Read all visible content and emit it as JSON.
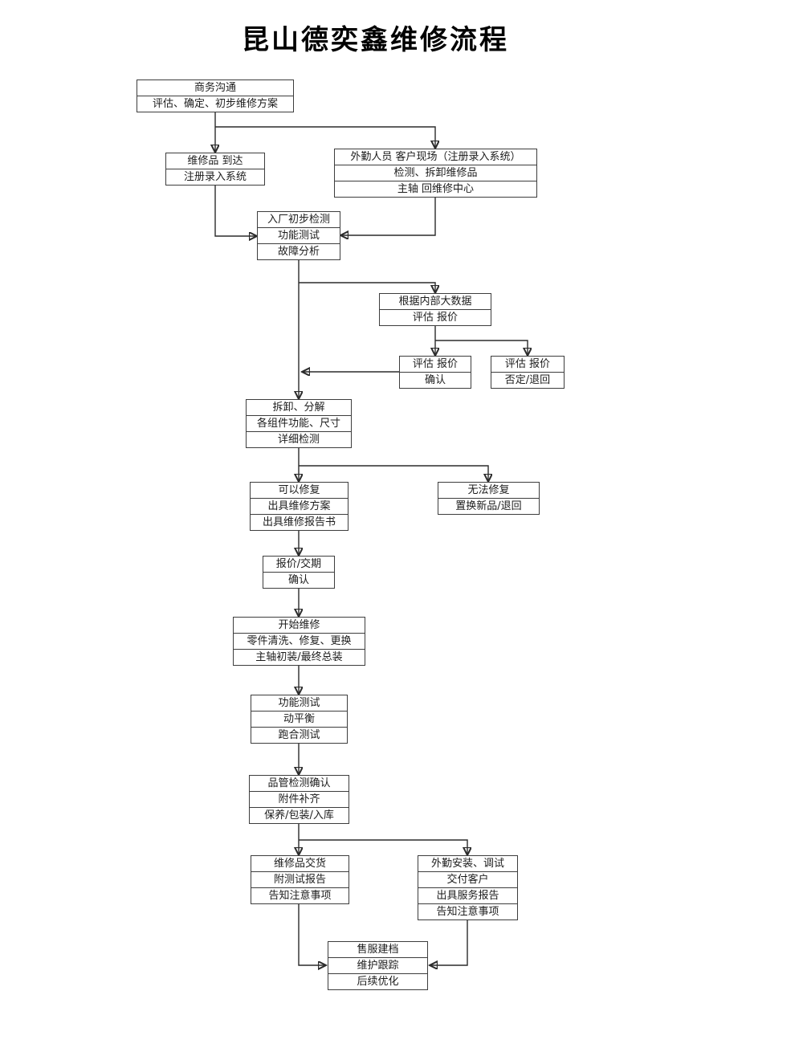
{
  "title": "昆山德奕鑫维修流程",
  "nodes": {
    "business_comm": {
      "rows": [
        "商务沟通",
        "评估、确定、初步维修方案"
      ]
    },
    "item_arrival": {
      "rows": [
        "维修品 到达",
        "注册录入系统"
      ]
    },
    "field_service": {
      "rows": [
        "外勤人员 客户现场（注册录入系统）",
        "检测、拆卸维修品",
        "主轴 回维修中心"
      ]
    },
    "initial_inspection": {
      "rows": [
        "入厂初步检测",
        "功能测试",
        "故障分析"
      ]
    },
    "big_data_quote": {
      "rows": [
        "根据内部大数据",
        "评估  报价"
      ]
    },
    "quote_confirm": {
      "rows": [
        "评估 报价",
        "确认"
      ]
    },
    "quote_reject": {
      "rows": [
        "评估 报价",
        "否定/退回"
      ]
    },
    "disassembly": {
      "rows": [
        "拆卸、分解",
        "各组件功能、尺寸",
        "详细检测"
      ]
    },
    "repairable": {
      "rows": [
        "可以修复",
        "出具维修方案",
        "出具维修报告书"
      ]
    },
    "unrepairable": {
      "rows": [
        "无法修复",
        "置换新品/退回"
      ]
    },
    "quote_delivery": {
      "rows": [
        "报价/交期",
        "确认"
      ]
    },
    "start_repair": {
      "rows": [
        "开始维修",
        "零件清洗、修复、更换",
        "主轴初装/最终总装"
      ]
    },
    "function_test": {
      "rows": [
        "功能测试",
        "动平衡",
        "跑合测试"
      ]
    },
    "qc_confirm": {
      "rows": [
        "品管检测确认",
        "附件补齐",
        "保养/包装/入库"
      ]
    },
    "delivery": {
      "rows": [
        "维修品交货",
        "附测试报告",
        "告知注意事项"
      ]
    },
    "field_install": {
      "rows": [
        "外勤安装、调试",
        "交付客户",
        "出具服务报告",
        "告知注意事项"
      ]
    },
    "after_sales": {
      "rows": [
        "售服建档",
        "维护跟踪",
        "后续优化"
      ]
    }
  }
}
